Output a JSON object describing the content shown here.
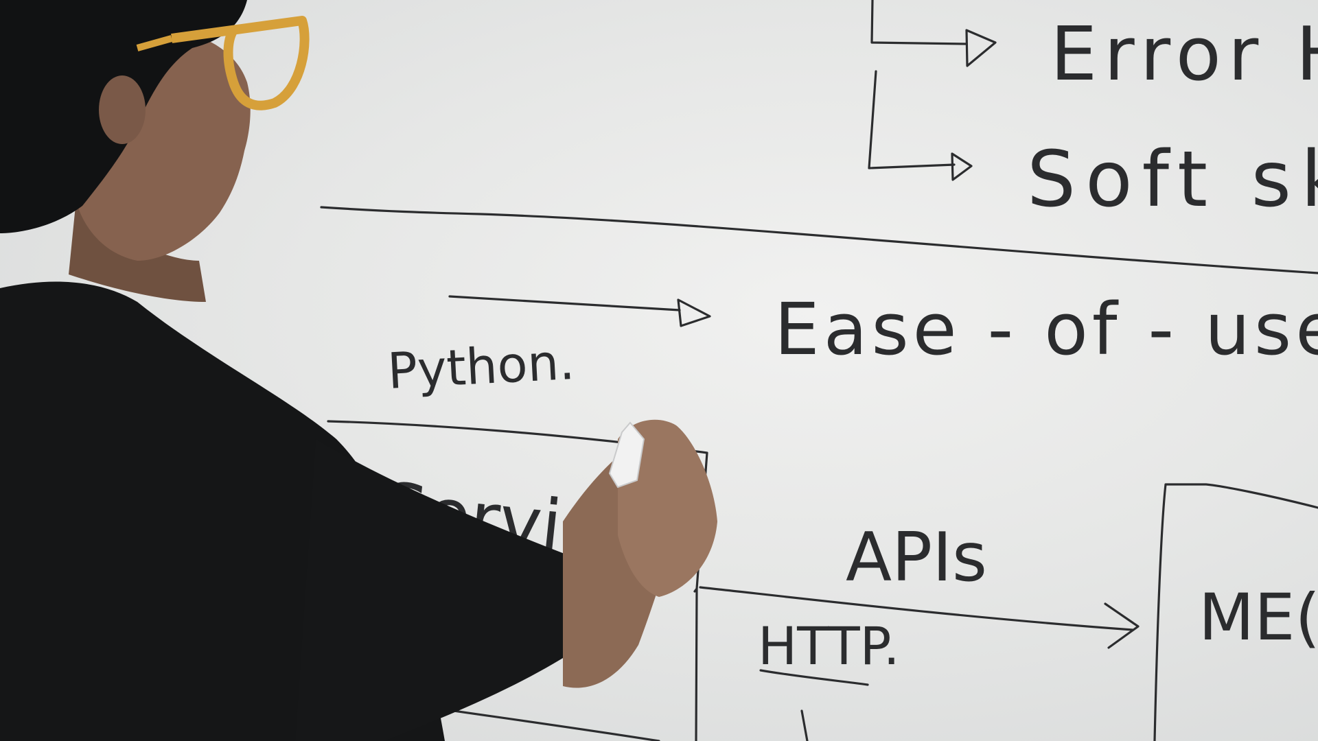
{
  "whiteboard": {
    "notes": {
      "error_handling": "Error Ha",
      "soft_skills": "Soft skil",
      "python": "Python.",
      "ease_of_use": "Ease - of - use.",
      "service": "Service",
      "apis": "APIs",
      "http": "HTTP.",
      "partial_box_label": "ME("
    },
    "ink_color": "#2b2c2e",
    "marker_color": "#f2f2f2"
  }
}
